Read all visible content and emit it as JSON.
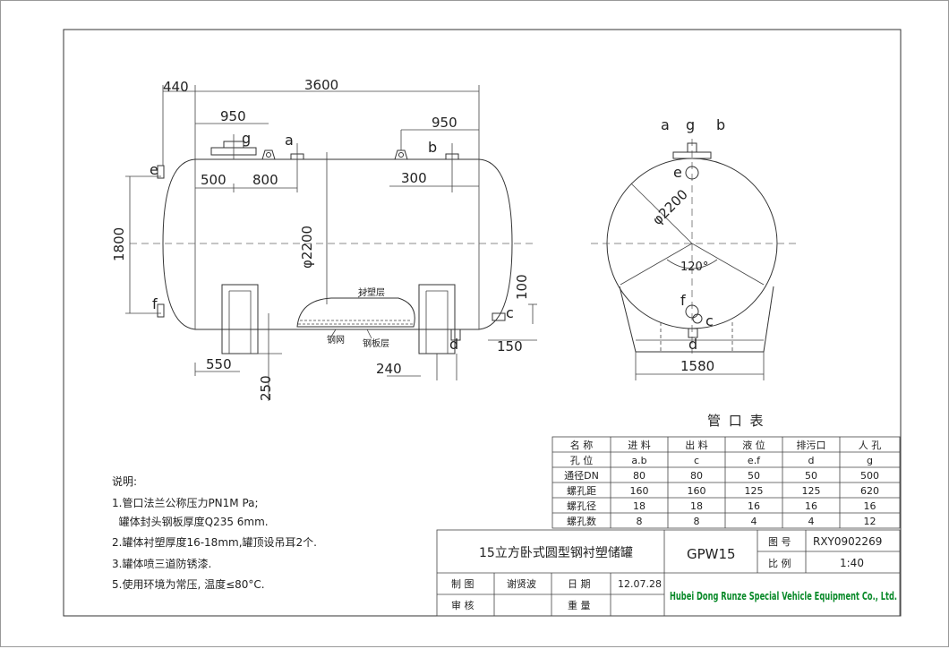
{
  "side_view": {
    "dims": {
      "d440": "440",
      "d3600": "3600",
      "d950_left": "950",
      "d950_right": "950",
      "d500": "500",
      "d800": "800",
      "d300": "300",
      "d_phi2200": "φ2200",
      "d1800": "1800",
      "d100": "100",
      "d150": "150",
      "d550": "550",
      "d240": "240",
      "d250": "250"
    },
    "labels": {
      "g": "g",
      "a": "a",
      "b": "b",
      "e": "e",
      "f": "f",
      "c": "c",
      "d": "d",
      "lining": "衬塑层",
      "mesh": "钢网",
      "steel": "钢板层"
    }
  },
  "end_view": {
    "labels": {
      "a": "a",
      "g": "g",
      "b": "b",
      "e": "e",
      "f": "f",
      "c": "c",
      "d": "d"
    },
    "dims": {
      "phi2200": "φ2200",
      "angle": "120°",
      "d1580": "1580"
    }
  },
  "nozzle_table": {
    "title": "管 口 表",
    "header": [
      "名 称",
      "进 料",
      "出 料",
      "液 位",
      "排污口",
      "人 孔"
    ],
    "rows": [
      [
        "孔 位",
        "a.b",
        "c",
        "e.f",
        "d",
        "g"
      ],
      [
        "通径DN",
        "80",
        "80",
        "50",
        "50",
        "500"
      ],
      [
        "螺孔距",
        "160",
        "160",
        "125",
        "125",
        "620"
      ],
      [
        "螺孔径",
        "18",
        "18",
        "16",
        "16",
        "16"
      ],
      [
        "螺孔数",
        "8",
        "8",
        "4",
        "4",
        "12"
      ]
    ]
  },
  "notes": {
    "heading": "说明:",
    "lines": [
      "1.管口法兰公称压力PN1M Pa;",
      "  罐体封头钢板厚度Q235 6mm.",
      "2.罐体衬塑厚度16-18mm,罐顶设吊耳2个.",
      "3.罐体喷三道防锈漆.",
      "5.使用环境为常压, 温度≤80°C."
    ]
  },
  "title_block": {
    "drawing_title": "15立方卧式圆型钢衬塑储罐",
    "model": "GPW15",
    "drawing_no_label": "图 号",
    "drawing_no": "RXY0902269",
    "scale_label": "比 例",
    "scale": "1:40",
    "drafter_label": "制 图",
    "drafter": "谢贤波",
    "date_label": "日 期",
    "date": "12.07.28",
    "checker_label": "审 核",
    "weight_label": "重 量",
    "company": "Hubei Dong Runze Special Vehicle Equipment Co., Ltd.",
    "company_color": "#0a8a2a"
  }
}
